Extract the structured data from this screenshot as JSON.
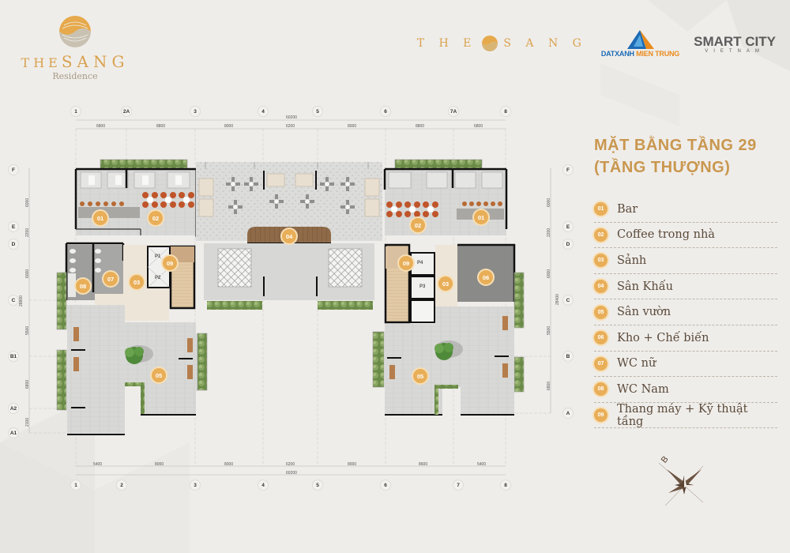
{
  "header": {
    "logo": {
      "brand_prefix": "THE",
      "brand_main": "SANG",
      "subtitle": "Residence"
    },
    "partners": [
      {
        "name": "THE SANG",
        "prefix": "T H E",
        "main": "S A N G"
      },
      {
        "name": "DATXANH MIEN TRUNG",
        "part1": "DATXANH",
        "part2": "MIEN TRUNG"
      },
      {
        "name": "SMART CITY VIET NAM",
        "line1": "SMART CITY",
        "line2": "VIETNAM"
      }
    ]
  },
  "title": {
    "line1": "MẶT BẰNG TẦNG 29",
    "line2": "(TẦNG THƯỢNG)"
  },
  "legend": [
    {
      "num": "01",
      "label": "Bar"
    },
    {
      "num": "02",
      "label": "Coffee trong nhà"
    },
    {
      "num": "03",
      "label": "Sảnh"
    },
    {
      "num": "04",
      "label": "Sân Khấu"
    },
    {
      "num": "05",
      "label": "Sân vườn"
    },
    {
      "num": "06",
      "label": "Kho + Chế biến"
    },
    {
      "num": "07",
      "label": "WC nữ"
    },
    {
      "num": "08",
      "label": "WC Nam"
    },
    {
      "num": "09",
      "label": "Thang máy + Kỹ thuật tầng"
    }
  ],
  "grid": {
    "top_axes": [
      "1",
      "2A",
      "3",
      "4",
      "5",
      "6",
      "7A",
      "8"
    ],
    "top_dims": [
      "6800",
      "8800",
      "8000",
      "6200",
      "8000",
      "8800",
      "6800"
    ],
    "top_total": "60200",
    "bottom_axes": [
      "1",
      "2",
      "3",
      "4",
      "5",
      "6",
      "7",
      "8"
    ],
    "bottom_dims": [
      "5400",
      "8000",
      "8000",
      "6200",
      "8000",
      "8600",
      "5400"
    ],
    "bottom_total": "60200",
    "left_axes": [
      "F",
      "E",
      "D",
      "C",
      "B1",
      "A2",
      "A1"
    ],
    "left_dims": [
      "6000",
      "2200",
      "6000",
      "5500",
      "6800",
      "2100"
    ],
    "left_total": "28800",
    "right_axes": [
      "F",
      "E",
      "D",
      "C",
      "B",
      "A"
    ],
    "right_dims": [
      "6000",
      "2200",
      "6000",
      "5500",
      "6800"
    ],
    "right_total": "28400"
  },
  "rooms": {
    "bar_left": "01",
    "coffee_left": "02",
    "lobby_left": "03",
    "stage": "04",
    "garden_left": "05",
    "wc_female": "07",
    "wc_male": "08",
    "lift_left": "09",
    "lift_p1": "P1",
    "lift_p2": "P2",
    "bar_right": "01",
    "coffee_right": "02",
    "lobby_right": "03",
    "garden_right": "05",
    "storage": "06",
    "lift_right": "09",
    "lift_p3": "P3",
    "lift_p4": "P4"
  },
  "compass": {
    "north_label": "B"
  },
  "colors": {
    "gold": "#c9974f",
    "badge": "#e8ae58",
    "wall": "#1a1a1a",
    "floor": "#d9d9d7",
    "green": "#6f9a4a",
    "wood": "#a0714a"
  }
}
